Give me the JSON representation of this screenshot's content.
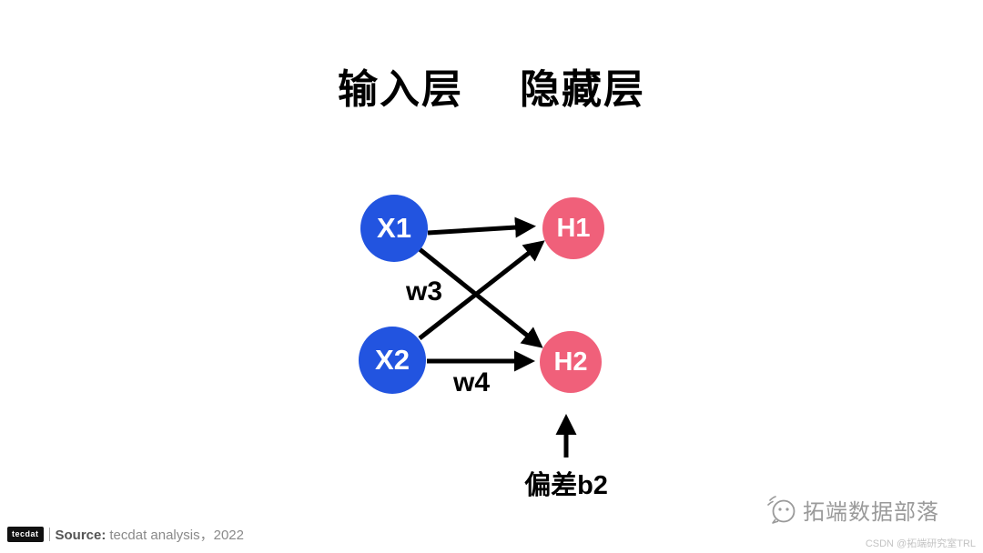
{
  "title": {
    "input_layer": "输入层",
    "hidden_layer": "隐藏层"
  },
  "nodes": {
    "x1": {
      "label": "X1",
      "color": "#2254e0"
    },
    "x2": {
      "label": "X2",
      "color": "#2254e0"
    },
    "h1": {
      "label": "H1",
      "color": "#f0607a"
    },
    "h2": {
      "label": "H2",
      "color": "#f0607a"
    }
  },
  "edge_labels": {
    "w3": "w3",
    "w4": "w4"
  },
  "bias_label": "偏差b2",
  "colors": {
    "edge": "#000000",
    "input_node": "#2254e0",
    "hidden_node": "#f0607a"
  },
  "footer": {
    "logo": "tecdat",
    "source_label": "Source:",
    "source_text": "tecdat analysis，2022"
  },
  "watermark": {
    "brand": "拓端数据部落",
    "csdn": "CSDN @拓端研究室TRL"
  }
}
